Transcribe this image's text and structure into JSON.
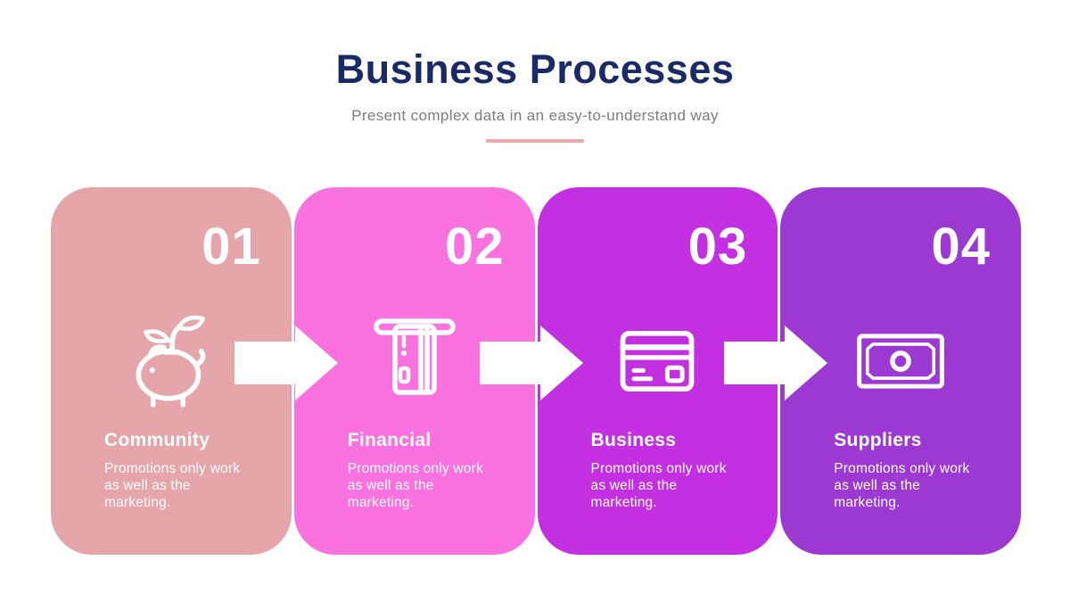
{
  "header": {
    "title": "Business Processes",
    "subtitle": "Present complex data in an easy-to-understand way",
    "title_color": "#1a2a66",
    "subtitle_color": "#7c7c7c",
    "divider_color": "#eba9ae"
  },
  "arrow_color": "#ffffff",
  "cards": [
    {
      "number": "01",
      "title": "Community",
      "description": "Promotions only work\nas well as the\nmarketing.",
      "bg": "#e6a5aa",
      "icon": "piggy-bank-sprout-icon"
    },
    {
      "number": "02",
      "title": "Financial",
      "description": "Promotions only work\nas well as the\nmarketing.",
      "bg": "#f972df",
      "icon": "atm-card-insert-icon"
    },
    {
      "number": "03",
      "title": "Business",
      "description": "Promotions only work\nas well as the\nmarketing.",
      "bg": "#c330e1",
      "icon": "credit-card-icon"
    },
    {
      "number": "04",
      "title": "Suppliers",
      "description": "Promotions only work\nas well as the\nmarketing.",
      "bg": "#9c39d2",
      "icon": "banknote-icon"
    }
  ]
}
